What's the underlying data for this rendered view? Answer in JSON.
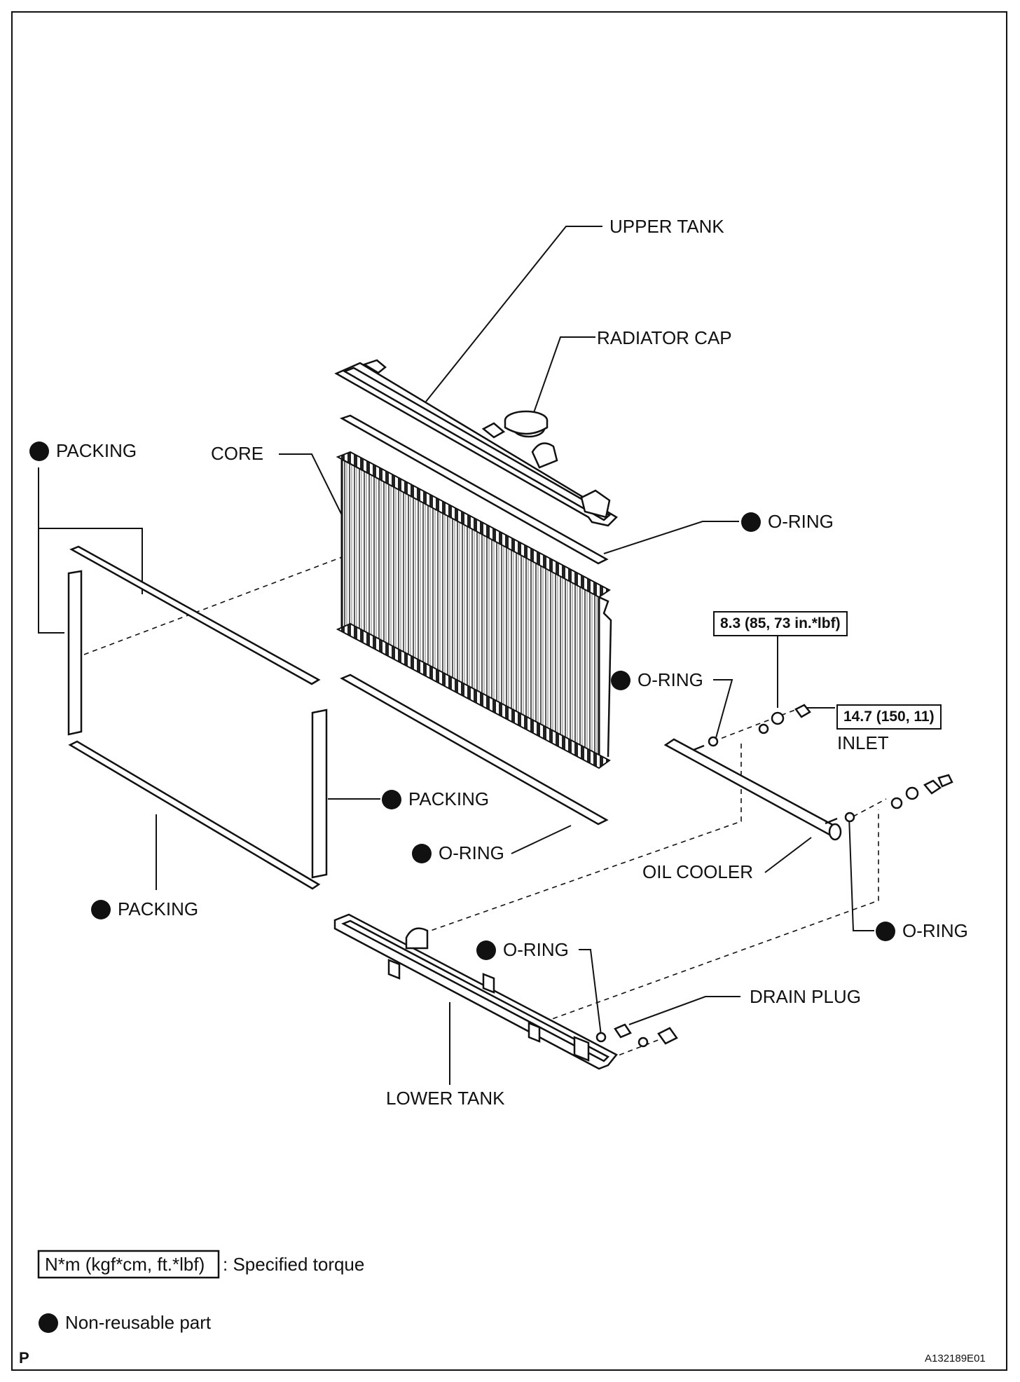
{
  "labels": {
    "upper_tank": "UPPER TANK",
    "radiator_cap": "RADIATOR CAP",
    "packing_top": "PACKING",
    "core": "CORE",
    "o_ring_top": "O-RING",
    "o_ring_mid": "O-RING",
    "inlet": "INLET",
    "packing_mid": "PACKING",
    "o_ring_lower": "O-RING",
    "oil_cooler": "OIL COOLER",
    "packing_bottom": "PACKING",
    "o_ring_right": "O-RING",
    "o_ring_drain": "O-RING",
    "drain_plug": "DRAIN PLUG",
    "lower_tank": "LOWER TANK"
  },
  "torques": {
    "t1": "8.3 (85, 73 in.*lbf)",
    "t2": "14.7 (150, 11)"
  },
  "legend": {
    "torque_box": "N*m (kgf*cm, ft.*lbf)",
    "torque_text": ": Specified torque",
    "non_reusable": "Non-reusable part"
  },
  "footer": {
    "left": "P",
    "right": "A132189E01"
  }
}
